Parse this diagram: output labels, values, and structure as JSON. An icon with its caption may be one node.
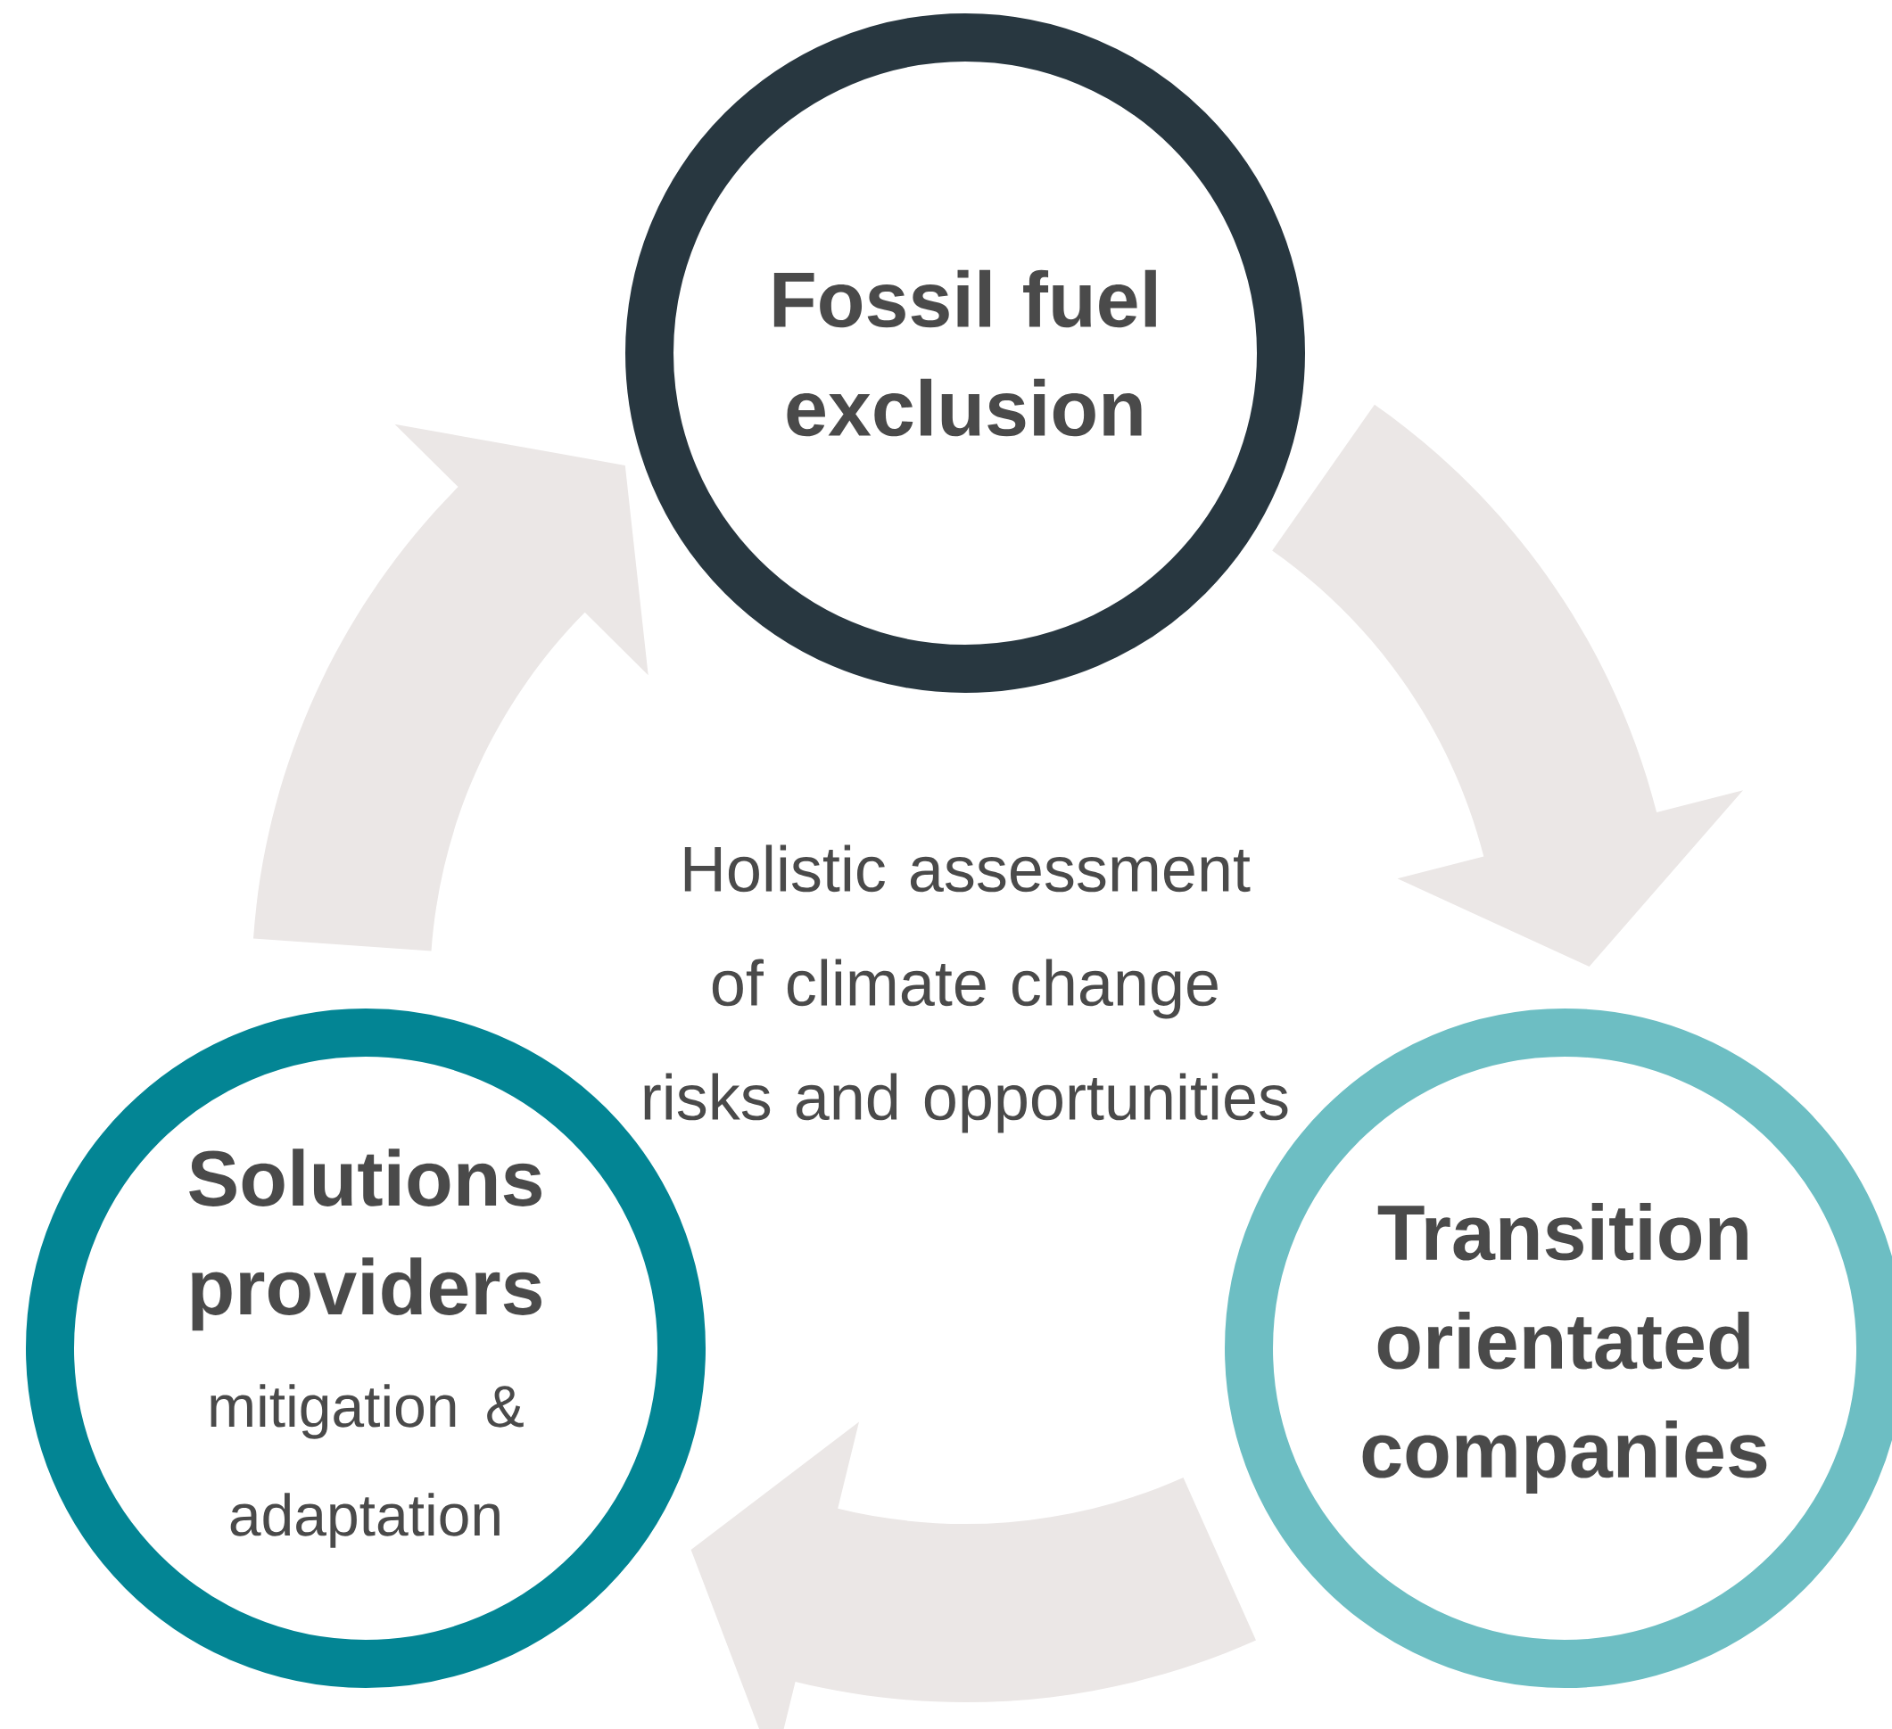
{
  "diagram": {
    "nodes": [
      {
        "text": [
          "Fossil fuel exclusion"
        ]
      },
      {
        "text": [
          "Solutions providers",
          "mitigation & adaptation"
        ]
      },
      {
        "text": [
          "Transition orientated companies"
        ]
      }
    ],
    "edges": [
      {
        "from": 0,
        "to": 2,
        "arrow": "to"
      },
      {
        "from": 2,
        "to": 1,
        "arrow": "to"
      },
      {
        "from": 1,
        "to": 0,
        "arrow": "to"
      }
    ],
    "labels": [
      "Holistic assessment of climate change risks and opportunities"
    ]
  }
}
